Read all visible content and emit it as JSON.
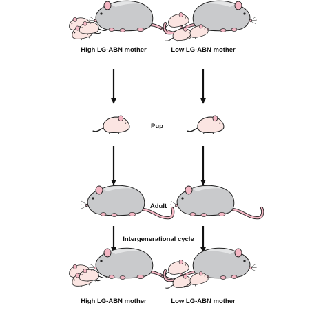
{
  "labels": {
    "top_left": "High LG-ABN mother",
    "top_right": "Low LG-ABN mother",
    "pup": "Pup",
    "adult": "Adult",
    "cycle": "Intergenerational cycle",
    "bottom_left": "High LG-ABN mother",
    "bottom_right": "Low LG-ABN mother"
  },
  "colors": {
    "adult_body": "#c9cacc",
    "pup_body": "#fbe5e2",
    "pink_parts": "#f4b7c4",
    "outline": "#222222",
    "arrow": "#111111"
  },
  "icons": {
    "mouse": "mouse-icon",
    "pup": "pup-icon",
    "arrow": "arrow-down-icon"
  }
}
